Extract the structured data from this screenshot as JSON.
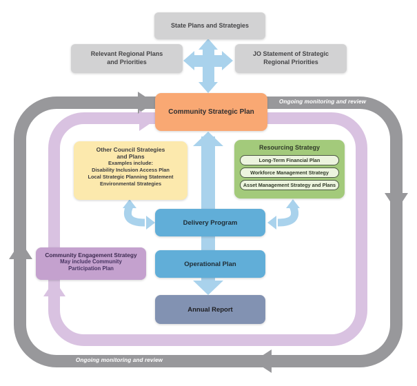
{
  "colors": {
    "gray_box": "#d2d2d3",
    "gray_band": "#98989b",
    "purple_band": "#d9c2e1",
    "light_blue_arrow": "#a9d2ec",
    "orange_box": "#f9a873",
    "yellow_box": "#fce9ad",
    "green_box": "#a3ca7b",
    "green_pill": "#ecf4de",
    "blue_box": "#61aed8",
    "slate_box": "#8292b2",
    "purple_box": "#c4a1ce"
  },
  "boxes": {
    "state_plans": {
      "label": "State Plans and Strategies"
    },
    "regional_plans": {
      "lines": [
        "Relevant Regional Plans",
        "and Priorities"
      ]
    },
    "jo_statement": {
      "lines": [
        "JO Statement of Strategic",
        "Regional Priorities"
      ]
    },
    "community_strategic_plan": {
      "label": "Community Strategic Plan"
    },
    "other_council_strategies": {
      "title_lines": [
        "Other Council Strategies",
        "and Plans"
      ],
      "subtitle": "Examples include:",
      "items": [
        "Disability Inclusion Access Plan",
        "Local Strategic Planning Statement",
        "Environmental Strategies"
      ]
    },
    "resourcing_strategy": {
      "title": "Resourcing Strategy",
      "items": [
        "Long-Term Financial Plan",
        "Workforce Management Strategy",
        "Asset Management Strategy and Plans"
      ]
    },
    "delivery_program": {
      "label": "Delivery Program"
    },
    "operational_plan": {
      "label": "Operational Plan"
    },
    "annual_report": {
      "label": "Annual Report"
    },
    "community_engagement_strategy": {
      "title": "Community Engagement Strategy",
      "subtitle_lines": [
        "May include Community",
        "Participation Plan"
      ]
    }
  },
  "band_labels": {
    "top_right": "Ongoing monitoring and review",
    "bottom": "Ongoing monitoring and review"
  }
}
